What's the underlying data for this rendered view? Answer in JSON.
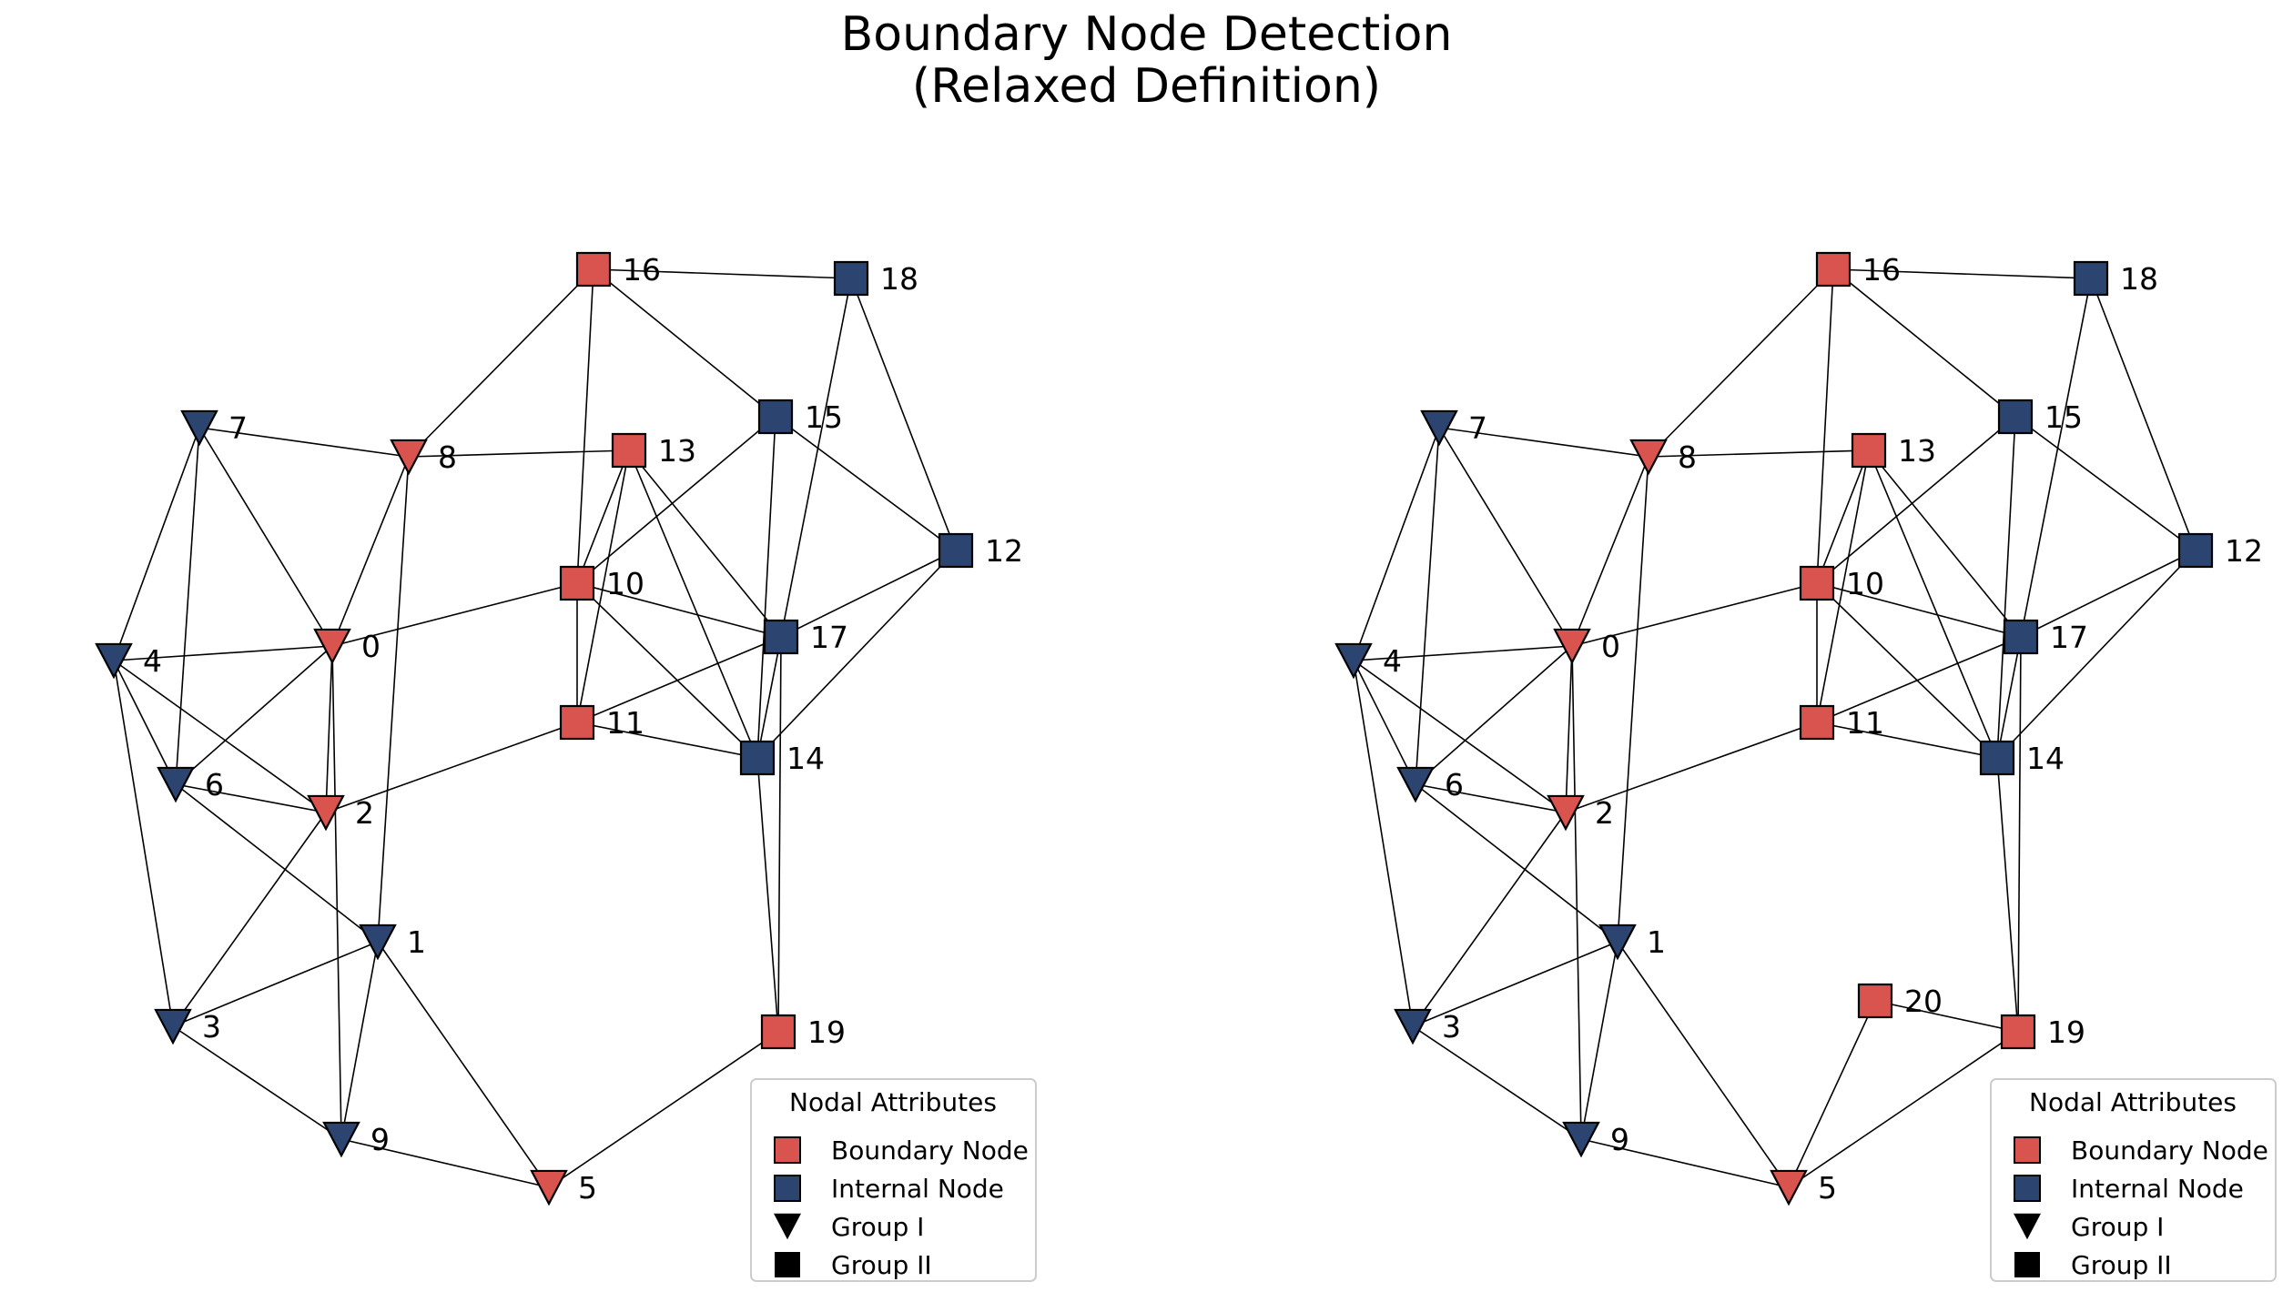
{
  "title": {
    "line1": "Boundary Node Detection",
    "line2": "(Relaxed Definition)"
  },
  "colors": {
    "boundary": "#d9534f",
    "internal": "#2b4570",
    "edge": "#000000"
  },
  "legend": {
    "title": "Nodal Attributes",
    "items": [
      {
        "label": "Boundary Node",
        "shape": "square",
        "color": "#d9534f"
      },
      {
        "label": "Internal Node",
        "shape": "square",
        "color": "#2b4570"
      },
      {
        "label": "Group I",
        "shape": "triangle",
        "color": "#000000"
      },
      {
        "label": "Group II",
        "shape": "square",
        "color": "#000000"
      }
    ]
  },
  "graphs": [
    {
      "nodes": [
        {
          "id": "0",
          "group": "I",
          "status": "boundary"
        },
        {
          "id": "1",
          "group": "I",
          "status": "internal"
        },
        {
          "id": "2",
          "group": "I",
          "status": "boundary"
        },
        {
          "id": "3",
          "group": "I",
          "status": "internal"
        },
        {
          "id": "4",
          "group": "I",
          "status": "internal"
        },
        {
          "id": "5",
          "group": "I",
          "status": "boundary"
        },
        {
          "id": "6",
          "group": "I",
          "status": "internal"
        },
        {
          "id": "7",
          "group": "I",
          "status": "internal"
        },
        {
          "id": "8",
          "group": "I",
          "status": "boundary"
        },
        {
          "id": "9",
          "group": "I",
          "status": "internal"
        },
        {
          "id": "10",
          "group": "II",
          "status": "boundary"
        },
        {
          "id": "11",
          "group": "II",
          "status": "boundary"
        },
        {
          "id": "12",
          "group": "II",
          "status": "internal"
        },
        {
          "id": "13",
          "group": "II",
          "status": "boundary"
        },
        {
          "id": "14",
          "group": "II",
          "status": "internal"
        },
        {
          "id": "15",
          "group": "II",
          "status": "internal"
        },
        {
          "id": "16",
          "group": "II",
          "status": "boundary"
        },
        {
          "id": "17",
          "group": "II",
          "status": "internal"
        },
        {
          "id": "18",
          "group": "II",
          "status": "internal"
        },
        {
          "id": "19",
          "group": "II",
          "status": "boundary"
        }
      ],
      "edges": [
        [
          "7",
          "8"
        ],
        [
          "7",
          "0"
        ],
        [
          "7",
          "4"
        ],
        [
          "7",
          "6"
        ],
        [
          "4",
          "0"
        ],
        [
          "4",
          "6"
        ],
        [
          "4",
          "2"
        ],
        [
          "4",
          "3"
        ],
        [
          "0",
          "10"
        ],
        [
          "0",
          "8"
        ],
        [
          "0",
          "6"
        ],
        [
          "0",
          "2"
        ],
        [
          "0",
          "9"
        ],
        [
          "8",
          "13"
        ],
        [
          "8",
          "16"
        ],
        [
          "8",
          "1"
        ],
        [
          "6",
          "2"
        ],
        [
          "6",
          "1"
        ],
        [
          "2",
          "11"
        ],
        [
          "2",
          "3"
        ],
        [
          "3",
          "1"
        ],
        [
          "3",
          "9"
        ],
        [
          "1",
          "9"
        ],
        [
          "1",
          "5"
        ],
        [
          "9",
          "5"
        ],
        [
          "5",
          "19"
        ],
        [
          "16",
          "18"
        ],
        [
          "16",
          "15"
        ],
        [
          "16",
          "10"
        ],
        [
          "18",
          "17"
        ],
        [
          "18",
          "12"
        ],
        [
          "15",
          "10"
        ],
        [
          "15",
          "14"
        ],
        [
          "15",
          "12"
        ],
        [
          "13",
          "10"
        ],
        [
          "13",
          "11"
        ],
        [
          "13",
          "17"
        ],
        [
          "13",
          "14"
        ],
        [
          "10",
          "11"
        ],
        [
          "10",
          "17"
        ],
        [
          "10",
          "14"
        ],
        [
          "11",
          "14"
        ],
        [
          "11",
          "17"
        ],
        [
          "17",
          "12"
        ],
        [
          "17",
          "14"
        ],
        [
          "17",
          "19"
        ],
        [
          "14",
          "12"
        ],
        [
          "14",
          "19"
        ]
      ]
    },
    {
      "nodes": [
        {
          "id": "0",
          "group": "I",
          "status": "boundary"
        },
        {
          "id": "1",
          "group": "I",
          "status": "internal"
        },
        {
          "id": "2",
          "group": "I",
          "status": "boundary"
        },
        {
          "id": "3",
          "group": "I",
          "status": "internal"
        },
        {
          "id": "4",
          "group": "I",
          "status": "internal"
        },
        {
          "id": "5",
          "group": "I",
          "status": "boundary"
        },
        {
          "id": "6",
          "group": "I",
          "status": "internal"
        },
        {
          "id": "7",
          "group": "I",
          "status": "internal"
        },
        {
          "id": "8",
          "group": "I",
          "status": "boundary"
        },
        {
          "id": "9",
          "group": "I",
          "status": "internal"
        },
        {
          "id": "10",
          "group": "II",
          "status": "boundary"
        },
        {
          "id": "11",
          "group": "II",
          "status": "boundary"
        },
        {
          "id": "12",
          "group": "II",
          "status": "internal"
        },
        {
          "id": "13",
          "group": "II",
          "status": "boundary"
        },
        {
          "id": "14",
          "group": "II",
          "status": "internal"
        },
        {
          "id": "15",
          "group": "II",
          "status": "internal"
        },
        {
          "id": "16",
          "group": "II",
          "status": "boundary"
        },
        {
          "id": "17",
          "group": "II",
          "status": "internal"
        },
        {
          "id": "18",
          "group": "II",
          "status": "internal"
        },
        {
          "id": "19",
          "group": "II",
          "status": "boundary"
        },
        {
          "id": "20",
          "group": "II",
          "status": "boundary"
        }
      ],
      "edges": [
        [
          "7",
          "8"
        ],
        [
          "7",
          "0"
        ],
        [
          "7",
          "4"
        ],
        [
          "7",
          "6"
        ],
        [
          "4",
          "0"
        ],
        [
          "4",
          "6"
        ],
        [
          "4",
          "2"
        ],
        [
          "4",
          "3"
        ],
        [
          "0",
          "10"
        ],
        [
          "0",
          "8"
        ],
        [
          "0",
          "6"
        ],
        [
          "0",
          "2"
        ],
        [
          "0",
          "9"
        ],
        [
          "8",
          "13"
        ],
        [
          "8",
          "16"
        ],
        [
          "8",
          "1"
        ],
        [
          "6",
          "2"
        ],
        [
          "6",
          "1"
        ],
        [
          "2",
          "11"
        ],
        [
          "2",
          "3"
        ],
        [
          "3",
          "1"
        ],
        [
          "3",
          "9"
        ],
        [
          "1",
          "9"
        ],
        [
          "1",
          "5"
        ],
        [
          "9",
          "5"
        ],
        [
          "5",
          "19"
        ],
        [
          "16",
          "18"
        ],
        [
          "16",
          "15"
        ],
        [
          "16",
          "10"
        ],
        [
          "18",
          "17"
        ],
        [
          "18",
          "12"
        ],
        [
          "15",
          "10"
        ],
        [
          "15",
          "14"
        ],
        [
          "15",
          "12"
        ],
        [
          "13",
          "10"
        ],
        [
          "13",
          "11"
        ],
        [
          "13",
          "17"
        ],
        [
          "13",
          "14"
        ],
        [
          "10",
          "11"
        ],
        [
          "10",
          "17"
        ],
        [
          "10",
          "14"
        ],
        [
          "11",
          "14"
        ],
        [
          "11",
          "17"
        ],
        [
          "17",
          "12"
        ],
        [
          "17",
          "14"
        ],
        [
          "17",
          "19"
        ],
        [
          "14",
          "12"
        ],
        [
          "14",
          "19"
        ],
        [
          "20",
          "19"
        ],
        [
          "20",
          "5"
        ]
      ]
    }
  ]
}
